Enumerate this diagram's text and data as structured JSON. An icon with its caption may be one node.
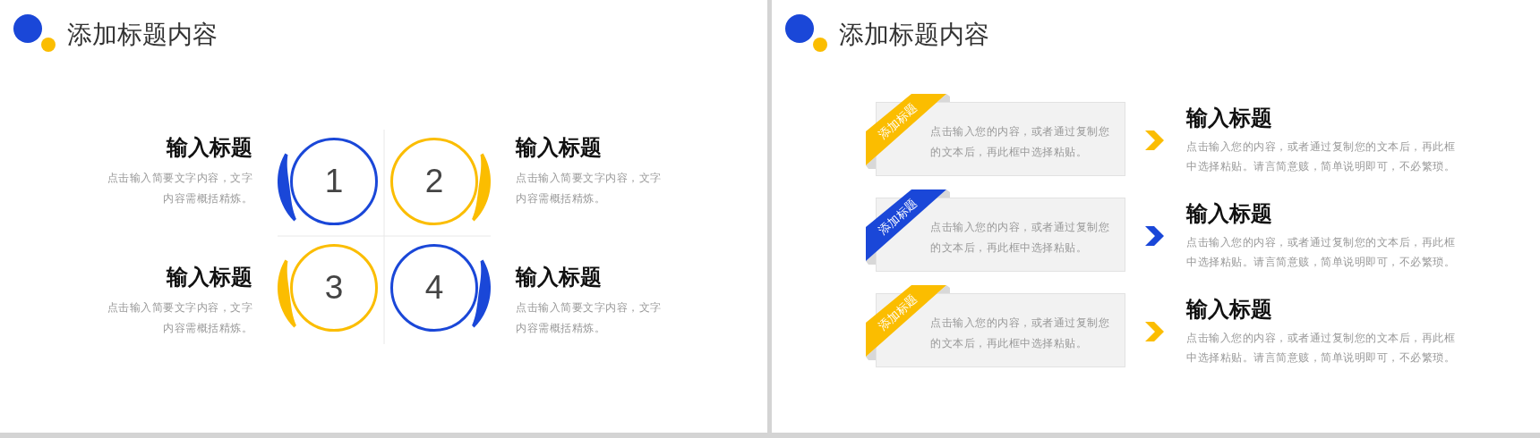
{
  "diagram": {
    "nodes": [
      {
        "text": [
          "1"
        ],
        "beside": [
          "输入标题",
          "点击输入简要文字内容，文字内容需概括精炼。"
        ]
      },
      {
        "text": [
          "2"
        ],
        "beside": [
          "输入标题",
          "点击输入简要文字内容，文字内容需概括精炼。"
        ]
      },
      {
        "text": [
          "3"
        ],
        "beside": [
          "输入标题",
          "点击输入简要文字内容，文字内容需概括精炼。"
        ]
      },
      {
        "text": [
          "4"
        ],
        "beside": [
          "输入标题",
          "点击输入简要文字内容，文字内容需概括精炼。"
        ]
      },
      {
        "text": [
          "添加标题"
        ]
      },
      {
        "text": [
          "点击输入您的内容，或者通过复制您的文本后，再此框中选择粘贴。"
        ]
      },
      {
        "text": [
          "输入标题",
          "点击输入您的内容，或者通过复制您的文本后，再此框中选择粘贴。请言简意赅，简单说明即可，不必繁琐。"
        ]
      },
      {
        "text": [
          "添加标题"
        ]
      },
      {
        "text": [
          "点击输入您的内容，或者通过复制您的文本后，再此框中选择粘贴。"
        ]
      },
      {
        "text": [
          "输入标题",
          "点击输入您的内容，或者通过复制您的文本后，再此框中选择粘贴。请言简意赅，简单说明即可，不必繁琐。"
        ]
      },
      {
        "text": [
          "添加标题"
        ]
      },
      {
        "text": [
          "点击输入您的内容，或者通过复制您的文本后，再此框中选择粘贴。"
        ]
      },
      {
        "text": [
          "输入标题",
          "点击输入您的内容，或者通过复制您的文本后，再此框中选择粘贴。请言简意赅，简单说明即可，不必繁琐。"
        ]
      }
    ],
    "edges": [
      {
        "from": 5,
        "to": 6,
        "arrow": "to"
      },
      {
        "from": 8,
        "to": 9,
        "arrow": "to",
        "color": "#1a47d8"
      },
      {
        "from": 11,
        "to": 12,
        "arrow": "to"
      }
    ],
    "labels": [
      "添加标题内容",
      "添加标题内容"
    ]
  }
}
